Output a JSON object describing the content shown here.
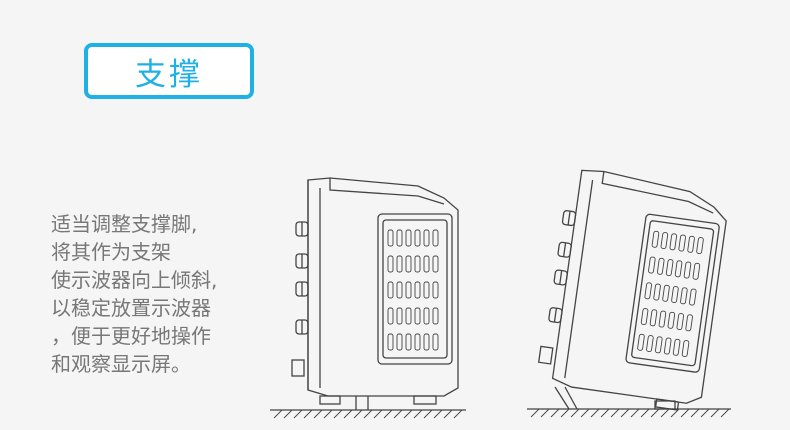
{
  "title": "支撑",
  "description_lines": [
    "适当调整支撑脚,",
    "将其作为支架",
    "使示波器向上倾斜,",
    "以稳定放置示波器",
    "，便于更好地操作",
    "和观察显示屏。"
  ],
  "colors": {
    "accent": "#1fb0e6",
    "text": "#777777",
    "background": "#f5f5f5",
    "line_art": "#444444"
  },
  "illustrations": [
    {
      "name": "oscilloscope-upright",
      "icon": "oscilloscope-side-view"
    },
    {
      "name": "oscilloscope-tilted",
      "icon": "oscilloscope-side-view-tilted"
    }
  ]
}
